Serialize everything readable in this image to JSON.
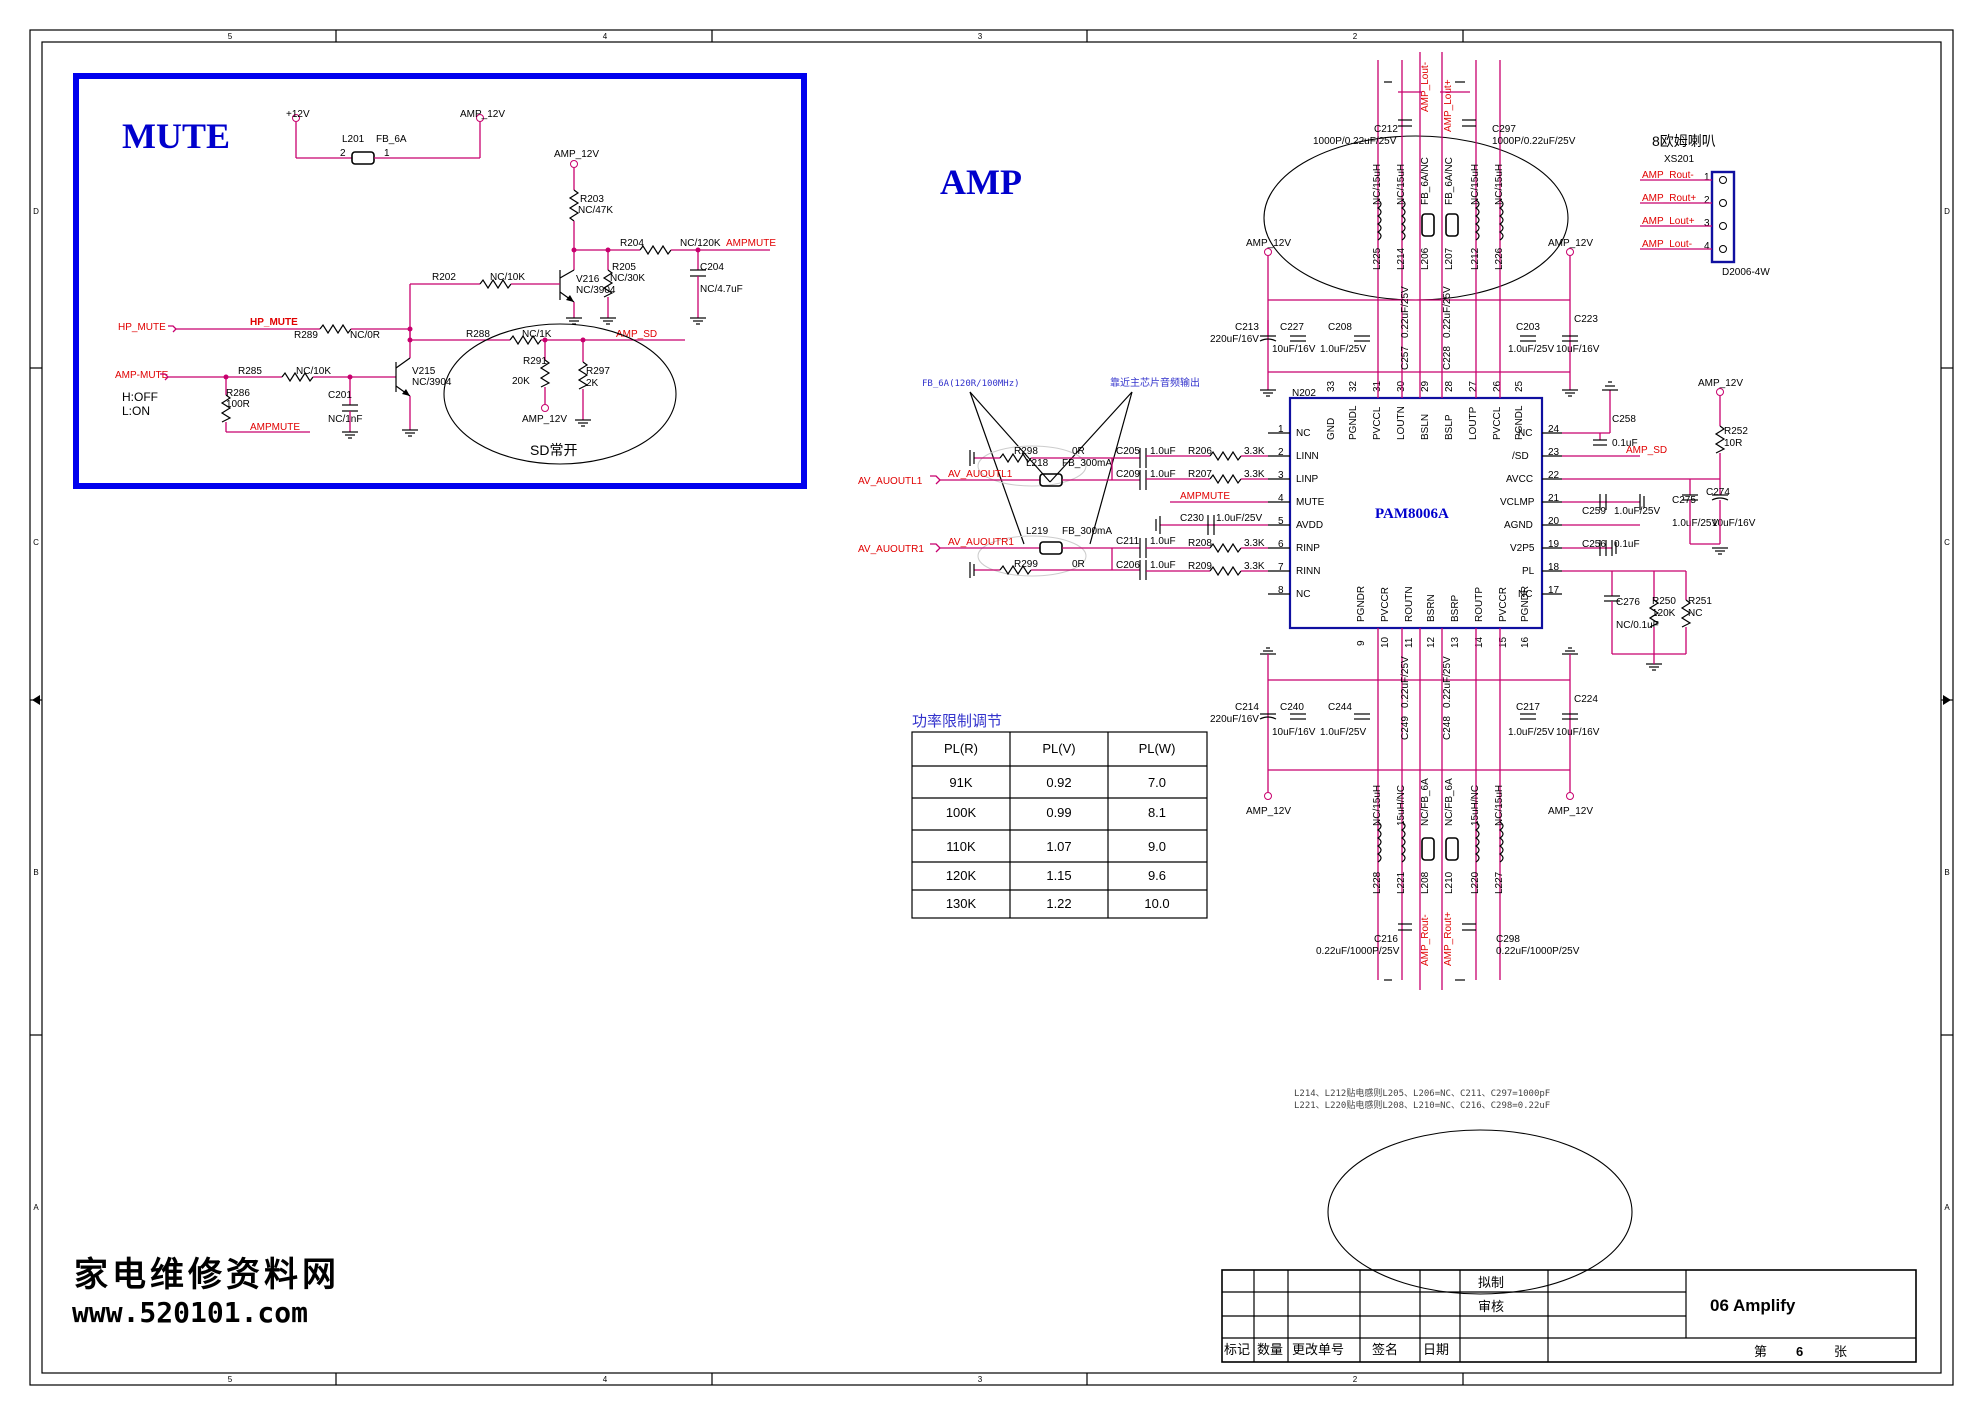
{
  "zones": {
    "cols": [
      "5",
      "4",
      "3",
      "2"
    ],
    "rows": [
      "D",
      "C",
      "B",
      "A"
    ]
  },
  "mute": {
    "title": "MUTE",
    "plus12": "+12V",
    "amp12": "AMP_12V",
    "amp12b": "AMP_12V",
    "amp12c": "AMP_12V",
    "l201": "L201",
    "fb6a": "FB_6A",
    "p2": "2",
    "p1": "1",
    "r203": "R203",
    "r203v": "NC/47K",
    "r204": "R204",
    "r204v": "NC/120K",
    "ampmute": "AMPMUTE",
    "r205": "R205",
    "r205v": "NC/30K",
    "c204": "C204",
    "c204v": "NC/4.7uF",
    "r202": "R202",
    "r202v": "NC/10K",
    "v216": "V216",
    "v216v": "NC/3904",
    "hpmute_in": "HP_MUTE",
    "hpmute": "HP_MUTE",
    "r289": "R289",
    "r289v": "NC/0R",
    "r288": "R288",
    "r288v": "NC/1K",
    "ampsd": "AMP_SD",
    "ampmute_in": "AMP-MUTE",
    "r285": "R285",
    "r285v": "NC/10K",
    "v215": "V215",
    "v215v": "NC/3904",
    "r286": "R286",
    "r286v": "100R",
    "hoff": "H:OFF",
    "lon": "L:ON",
    "c201": "C201",
    "c201v": "NC/1nF",
    "ampmute2": "AMPMUTE",
    "r291": "R291",
    "r291v": "20K",
    "r297": "R297",
    "r297v": "2K",
    "sd_note": "SD常开"
  },
  "amp": {
    "title": "AMP",
    "chip": "PAM8006A",
    "chip_ref": "N202",
    "left_pins": [
      [
        "NC",
        "1"
      ],
      [
        "LINN",
        "2"
      ],
      [
        "LINP",
        "3"
      ],
      [
        "MUTE",
        "4"
      ],
      [
        "AVDD",
        "5"
      ],
      [
        "RINP",
        "6"
      ],
      [
        "RINN",
        "7"
      ],
      [
        "NC",
        "8"
      ]
    ],
    "right_pins": [
      [
        "NC",
        "24"
      ],
      [
        "/SD",
        "23"
      ],
      [
        "AVCC",
        "22"
      ],
      [
        "VCLMP",
        "21"
      ],
      [
        "AGND",
        "20"
      ],
      [
        "V2P5",
        "19"
      ],
      [
        "PL",
        "18"
      ],
      [
        "NC",
        "17"
      ]
    ],
    "top_pins": [
      [
        "GND",
        "33"
      ],
      [
        "PGNDL",
        "32"
      ],
      [
        "PVCCL",
        "31"
      ],
      [
        "LOUTN",
        "30"
      ],
      [
        "BSLN",
        "29"
      ],
      [
        "BSLP",
        "28"
      ],
      [
        "LOUTP",
        "27"
      ],
      [
        "PVCCL",
        "26"
      ],
      [
        "PGNDL",
        "25"
      ]
    ],
    "bottom_pins": [
      [
        "PGNDR",
        "9"
      ],
      [
        "PVCCR",
        "10"
      ],
      [
        "ROUTN",
        "11"
      ],
      [
        "BSRN",
        "12"
      ],
      [
        "BSRP",
        "13"
      ],
      [
        "ROUTP",
        "14"
      ],
      [
        "PVCCR",
        "15"
      ],
      [
        "PGNDR",
        "16"
      ]
    ],
    "amp12_tl": "AMP_12V",
    "amp12_tr": "AMP_12V",
    "amp12_bl": "AMP_12V",
    "amp12_br": "AMP_12V",
    "amp12_r": "AMP_12V",
    "c212": "C212",
    "c212v": "1000P/0.22uF/25V",
    "c297": "C297",
    "c297v": "1000P/0.22uF/25V",
    "lout_m": "AMP_Lout-",
    "lout_p": "AMP_Lout+",
    "top_ind": [
      "L225",
      "L214",
      "L206",
      "L207",
      "L212",
      "L226"
    ],
    "top_ind_v": [
      "NC/15uH",
      "NC/15uH",
      "FB_6A/NC",
      "FB_6A/NC",
      "NC/15uH",
      "NC/15uH"
    ],
    "c213": "C213",
    "c213v": "220uF/16V",
    "c227": "C227",
    "c227v": "10uF/16V",
    "c208": "C208",
    "c208v": "1.0uF/25V",
    "c257": "C257",
    "c257v": "0.22uF/25V",
    "c228": "C228",
    "c228v": "0.22uF/25V",
    "c203": "C203",
    "c203v": "1.0uF/25V",
    "c223": "C223",
    "c223v": "10uF/16V",
    "fb_note": "FB_6A(120R/100MHz)",
    "near_note": "靠近主芯片音频输出",
    "r298": "R298",
    "r298v": "0R",
    "l218": "L218",
    "l218v": "FB_300mA",
    "c205": "C205",
    "c205v": "1.0uF",
    "r206": "R206",
    "r206v": "3.3K",
    "c209": "C209",
    "c209v": "1.0uF",
    "r207": "R207",
    "r207v": "3.3K",
    "av_l_in": "AV_AUOUTL1",
    "av_l": "AV_AUOUTL1",
    "av_r_in": "AV_AUOUTR1",
    "av_r": "AV_AUOUTR1",
    "ampmute": "AMPMUTE",
    "c230": "C230",
    "c230v": "1.0uF/25V",
    "l219": "L219",
    "l219v": "FB_300mA",
    "c211": "C211",
    "c211v": "1.0uF",
    "r208": "R208",
    "r208v": "3.3K",
    "r299": "R299",
    "r299v": "0R",
    "c206": "C206",
    "c206v": "1.0uF",
    "r209": "R209",
    "r209v": "3.3K",
    "c258": "C258",
    "c258v": "0.1uF",
    "ampsd": "AMP_SD",
    "r252": "R252",
    "r252v": "10R",
    "c259": "C259",
    "c259v": "1.0uF/25V",
    "c275": "C275",
    "c275v": "1.0uF/25V",
    "c274": "C274",
    "c274v": "10uF/16V",
    "c256": "C256",
    "c256v": "0.1uF",
    "c276": "C276",
    "c276v": "NC/0.1uF",
    "r250": "R250",
    "r250v": "120K",
    "r251": "R251",
    "r251v": "NC",
    "speaker": "8欧姆喇叭",
    "xs201": "XS201",
    "xs201v": "D2006-4W",
    "spk_pins": [
      [
        "AMP_Rout-",
        "1"
      ],
      [
        "AMP_Rout+",
        "2"
      ],
      [
        "AMP_Lout+",
        "3"
      ],
      [
        "AMP_Lout-",
        "4"
      ]
    ],
    "c214": "C214",
    "c214v": "220uF/16V",
    "c240": "C240",
    "c240v": "10uF/16V",
    "c244": "C244",
    "c244v": "1.0uF/25V",
    "c249": "C249",
    "c249v": "0.22uF/25V",
    "c248": "C248",
    "c248v": "0.22uF/25V",
    "c217": "C217",
    "c217v": "1.0uF/25V",
    "c224": "C224",
    "c224v": "10uF/16V",
    "bot_ind": [
      "L228",
      "L221",
      "L208",
      "L210",
      "L220",
      "L227"
    ],
    "bot_ind_v": [
      "NC/15uH",
      "15uH/NC",
      "NC/FB_6A",
      "NC/FB_6A",
      "15uH/NC",
      "NC/15uH"
    ],
    "c216": "C216",
    "c216v": "0.22uF/1000P/25V",
    "c298": "C298",
    "c298v": "0.22uF/1000P/25V",
    "rout_m": "AMP_Rout-",
    "rout_p": "AMP_Rout+"
  },
  "pl_table": {
    "title": "功率限制调节",
    "headers": [
      "PL(R)",
      "PL(V)",
      "PL(W)"
    ],
    "rows": [
      [
        "91K",
        "0.92",
        "7.0"
      ],
      [
        "100K",
        "0.99",
        "8.1"
      ],
      [
        "110K",
        "1.07",
        "9.0"
      ],
      [
        "120K",
        "1.15",
        "9.6"
      ],
      [
        "130K",
        "1.22",
        "10.0"
      ]
    ]
  },
  "notes": {
    "line1": "L214、L212贴电感则L205、L206=NC、C211、C297=1000pF",
    "line2": "L221、L220贴电感则L208、L210=NC、C216、C298=0.22uF"
  },
  "watermark": {
    "cn": "家电维修资料网",
    "url": "www.520101.com"
  },
  "title_block": {
    "drawn": "拟制",
    "check": "审核",
    "sheet_title": "06 Amplify",
    "col_labels": [
      "标记",
      "数量",
      "更改单号",
      "签名",
      "日期"
    ],
    "page_pre": "第",
    "page_num": "6",
    "page_post": "张"
  },
  "colors": {
    "wire": "#c8006e",
    "net": "#e00000",
    "frame": "#0000ee",
    "title": "#0000cc"
  }
}
